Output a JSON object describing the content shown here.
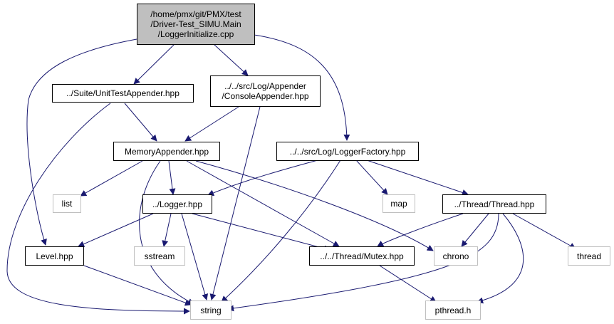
{
  "colors": {
    "edge": "#191970",
    "node_border": "#000000",
    "external_border": "#bfbfbf",
    "root_fill": "#bfbfbf"
  },
  "nodes": {
    "root": [
      "/home/pmx/git/PMX/test",
      "/Driver-Test_SIMU.Main",
      "/LoggerInitialize.cpp"
    ],
    "unit_test_appender": "../Suite/UnitTestAppender.hpp",
    "console_appender": [
      "../../src/Log/Appender",
      "/ConsoleAppender.hpp"
    ],
    "memory_appender": "MemoryAppender.hpp",
    "logger_factory": "../../src/Log/LoggerFactory.hpp",
    "list": "list",
    "logger": "../Logger.hpp",
    "map": "map",
    "thread_hpp": "../Thread/Thread.hpp",
    "level": "Level.hpp",
    "sstream": "sstream",
    "mutex": "../../Thread/Mutex.hpp",
    "chrono": "chrono",
    "thread": "thread",
    "string": "string",
    "pthread": "pthread.h"
  }
}
